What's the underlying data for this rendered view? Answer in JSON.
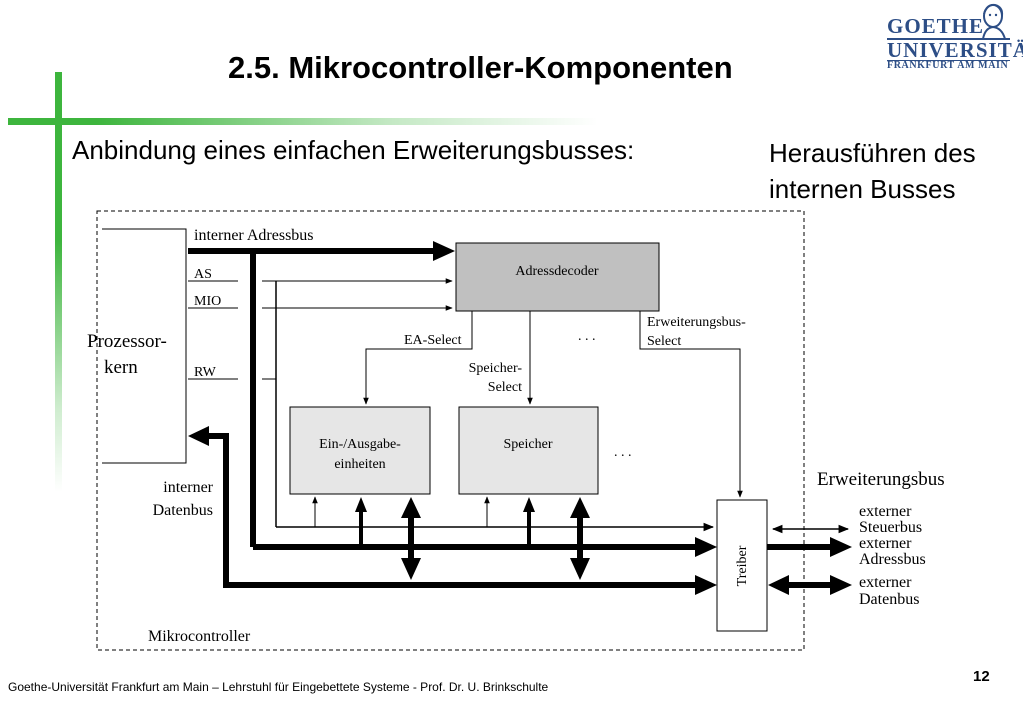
{
  "slide": {
    "title": "2.5. Mikrocontroller-Komponenten",
    "subtitle": "Anbindung eines einfachen Erweiterungsbusses:",
    "side_note_line1": "Herausführen des",
    "side_note_line2": "internen Busses",
    "footer": "Goethe-Universität Frankfurt am Main – Lehrstuhl für Eingebettete Systeme - Prof. Dr. U. Brinkschulte",
    "page_number": "12"
  },
  "logo": {
    "line1": "GOETHE",
    "line2": "UNIVERSITÄT",
    "line3": "FRANKFURT AM MAIN",
    "color": "#2d4e86"
  },
  "colors": {
    "accent_green": "#3db53d",
    "box_gray": "#c0c0c0",
    "box_light": "#e6e6e6"
  },
  "diagram": {
    "label_interner_adressbus": "interner Adressbus",
    "label_as": "AS",
    "label_mio": "MIO",
    "label_rw": "RW",
    "processor_line1": "Prozessor-",
    "processor_line2": "kern",
    "adressdecoder": "Adressdecoder",
    "ea_select": "EA-Select",
    "speicher_select_line1": "Speicher-",
    "speicher_select_line2": "Select",
    "dots1": ". . .",
    "dots2": ". . .",
    "erweiterungsbus_select_line1": "Erweiterungsbus-",
    "erweiterungsbus_select_line2": "Select",
    "eio_line1": "Ein-/Ausgabe-",
    "eio_line2": "einheiten",
    "speicher": "Speicher",
    "interner_datenbus_line1": "interner",
    "interner_datenbus_line2": "Datenbus",
    "treiber": "Treiber",
    "erweiterungsbus": "Erweiterungsbus",
    "ext_steuer_line1": "externer",
    "ext_steuer_line2": "Steuerbus",
    "ext_adress_line1": "externer",
    "ext_adress_line2": "Adressbus",
    "ext_daten_line1": "externer",
    "ext_daten_line2": "Datenbus",
    "mikrocontroller": "Mikrocontroller"
  }
}
